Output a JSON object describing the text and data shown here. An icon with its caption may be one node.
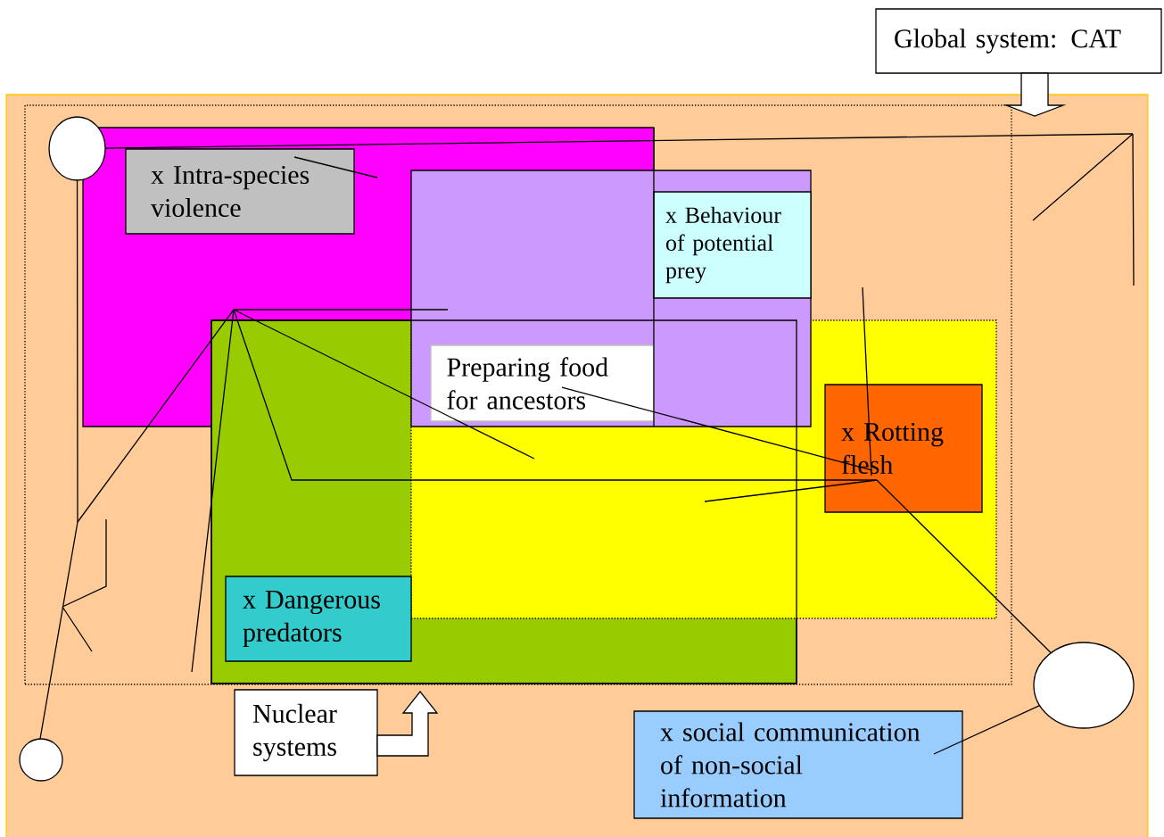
{
  "diagram": {
    "nodes": [
      {
        "text": [
          "Global system: CAT"
        ]
      },
      {
        "text": [],
        "shape": "box"
      },
      {
        "text": [],
        "shape": "box",
        "in": 1
      },
      {
        "text": [],
        "shape": "box",
        "in": 2
      },
      {
        "text": [
          "x Intra-species violence"
        ],
        "in": 3
      },
      {
        "text": [],
        "shape": "box",
        "in": 2
      },
      {
        "text": [
          "x Behaviour of potential prey"
        ],
        "in": 5
      },
      {
        "text": [],
        "shape": "box",
        "in": 2
      },
      {
        "text": [],
        "shape": "box",
        "in": 2
      },
      {
        "text": [
          "Preparing food for ancestors"
        ]
      },
      {
        "text": [
          "x Rotting flesh"
        ],
        "in": 8
      },
      {
        "text": [
          "x Dangerous predators"
        ],
        "in": 7
      },
      {
        "text": [
          "Nuclear systems"
        ],
        "in": 1
      },
      {
        "text": [
          "x social communication of non-social information"
        ],
        "in": 1
      },
      {
        "text": [],
        "shape": "circle",
        "in": 2
      },
      {
        "text": [],
        "shape": "circle",
        "in": 1
      },
      {
        "text": [],
        "shape": "circle",
        "in": 1
      }
    ],
    "edges": [
      {
        "from": 0,
        "to": 1,
        "arrow": "to"
      },
      {
        "from": 12,
        "to": 2,
        "arrow": "to"
      },
      {
        "from": 14,
        "to": 15,
        "arrow": "none"
      },
      {
        "from": 14,
        "to": null,
        "arrow": "none"
      },
      {
        "from": 16,
        "to": 10,
        "arrow": "none"
      },
      {
        "from": 16,
        "to": 13,
        "arrow": "none"
      },
      {
        "from": 9,
        "to": 10,
        "arrow": "none"
      },
      {
        "from": null,
        "to": 10,
        "arrow": "none"
      },
      {
        "from": null,
        "to": 10,
        "arrow": "none"
      },
      {
        "from": 7,
        "to": 10,
        "arrow": "none"
      }
    ]
  }
}
